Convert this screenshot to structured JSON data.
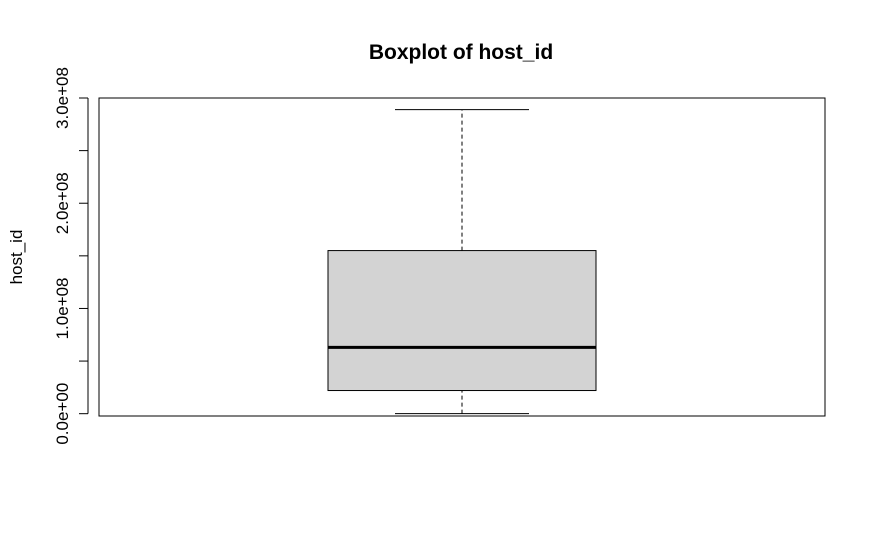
{
  "chart_data": {
    "type": "boxplot",
    "title": "Boxplot of host_id",
    "xlabel": "",
    "ylabel": "host_id",
    "ylim": [
      -2200000,
      300000000
    ],
    "y_ticks": [
      0,
      50000000,
      100000000,
      150000000,
      200000000,
      250000000,
      300000000
    ],
    "y_tick_labels": [
      {
        "value": 0,
        "label": "0.0e+00"
      },
      {
        "value": 100000000,
        "label": "1.0e+08"
      },
      {
        "value": 200000000,
        "label": "2.0e+08"
      },
      {
        "value": 300000000,
        "label": "3.0e+08"
      }
    ],
    "series": [
      {
        "min": 0,
        "q1": 22000000,
        "median": 63000000,
        "q3": 155000000,
        "max": 289000000
      }
    ],
    "colors": {
      "box_fill": "#d3d3d3",
      "line": "#000000"
    },
    "grid": false
  }
}
